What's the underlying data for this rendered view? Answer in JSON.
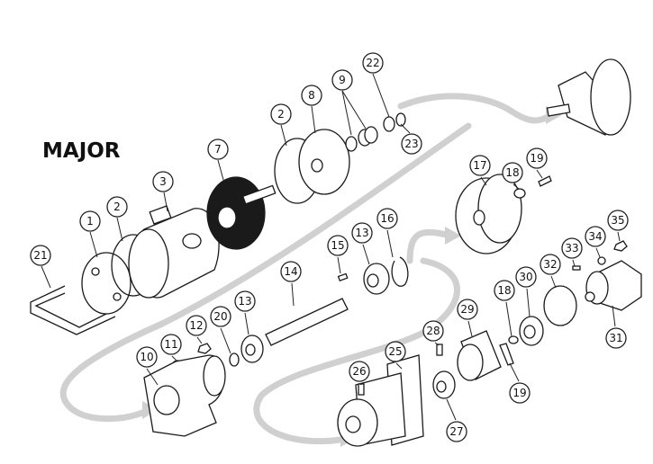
{
  "title": "MAJOR",
  "callouts": [
    {
      "label": "1"
    },
    {
      "label": "2"
    },
    {
      "label": "3"
    },
    {
      "label": "7"
    },
    {
      "label": "2"
    },
    {
      "label": "8"
    },
    {
      "label": "9"
    },
    {
      "label": "22"
    },
    {
      "label": "23"
    },
    {
      "label": "21"
    },
    {
      "label": "17"
    },
    {
      "label": "18"
    },
    {
      "label": "19"
    },
    {
      "label": "16"
    },
    {
      "label": "13"
    },
    {
      "label": "15"
    },
    {
      "label": "14"
    },
    {
      "label": "13"
    },
    {
      "label": "20"
    },
    {
      "label": "12"
    },
    {
      "label": "11"
    },
    {
      "label": "10"
    },
    {
      "label": "35"
    },
    {
      "label": "34"
    },
    {
      "label": "33"
    },
    {
      "label": "32"
    },
    {
      "label": "30"
    },
    {
      "label": "18"
    },
    {
      "label": "31"
    },
    {
      "label": "29"
    },
    {
      "label": "28"
    },
    {
      "label": "25"
    },
    {
      "label": "26"
    },
    {
      "label": "27"
    },
    {
      "label": "19"
    }
  ]
}
